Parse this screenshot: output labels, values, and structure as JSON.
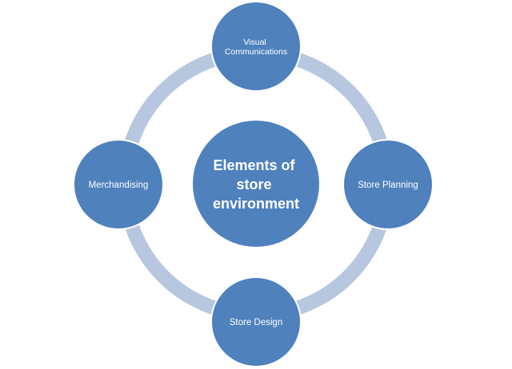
{
  "diagram": {
    "center": {
      "lines": [
        "Elements of",
        "store",
        "environment"
      ]
    },
    "nodes": [
      {
        "id": "top",
        "lines": [
          "Visual",
          "Communications"
        ]
      },
      {
        "id": "left",
        "lines": [
          "Merchandising"
        ]
      },
      {
        "id": "right",
        "lines": [
          "Store Planning"
        ]
      },
      {
        "id": "bottom",
        "lines": [
          "Store Design"
        ]
      }
    ],
    "colors": {
      "circle_fill": "#4f81bd",
      "circle_stroke": "#ffffff",
      "ring": "#b8c7e0",
      "text": "#ffffff"
    }
  }
}
